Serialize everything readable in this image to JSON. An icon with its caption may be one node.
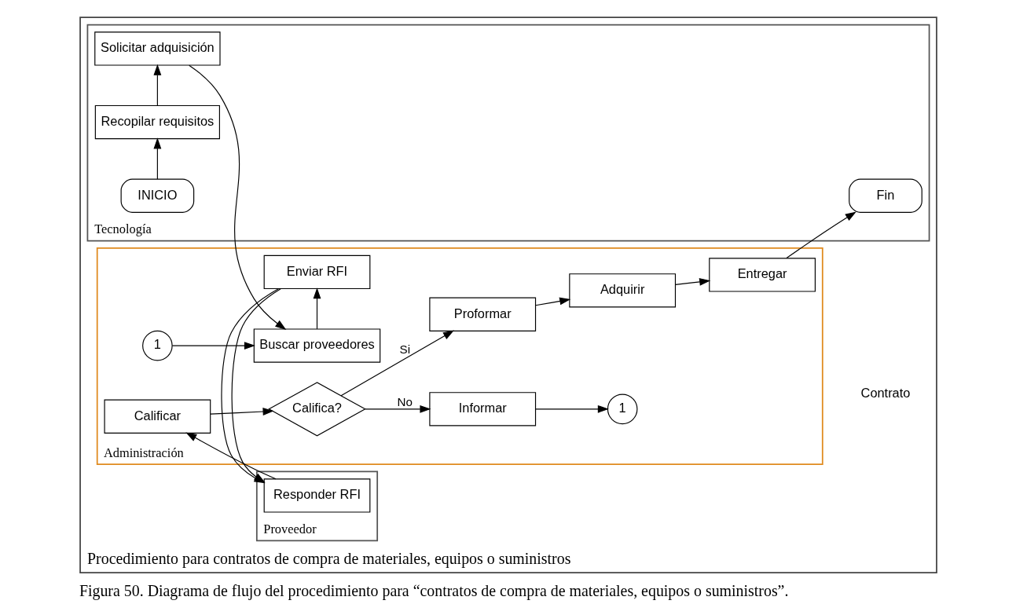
{
  "diagram": {
    "caption": "Figura 50. Diagrama de flujo del procedimiento para “contratos de compra de materiales, equipos o suministros”.",
    "nodes": [
      {
        "text": [
          "Procedimiento para contratos de compra de materiales, equipos o suministros"
        ]
      },
      {
        "text": [
          "Tecnología"
        ],
        "in": 0
      },
      {
        "text": [
          "INICIO"
        ],
        "in": 1
      },
      {
        "text": [
          "Recopilar requisitos"
        ],
        "in": 1
      },
      {
        "text": [
          "Solicitar adquisición"
        ],
        "in": 1
      },
      {
        "text": [
          "Fin"
        ],
        "in": 1
      },
      {
        "text": [
          "Administración"
        ],
        "in": 0
      },
      {
        "text": [
          "Buscar proveedores"
        ],
        "in": 6
      },
      {
        "text": [
          "1"
        ],
        "in": 6
      },
      {
        "text": [
          "Enviar RFI"
        ],
        "in": 6
      },
      {
        "text": [
          "Califica?"
        ],
        "in": 6
      },
      {
        "text": [
          "Informar"
        ],
        "in": 6
      },
      {
        "text": [
          "1"
        ],
        "in": 6
      },
      {
        "text": [
          "Calificar"
        ],
        "in": 6
      },
      {
        "text": [
          "Proformar"
        ],
        "in": 6
      },
      {
        "text": [
          "Adquirir"
        ],
        "in": 6
      },
      {
        "text": [
          "Entregar"
        ],
        "in": 6
      },
      {
        "text": [
          "Proveedor"
        ],
        "in": 0
      },
      {
        "text": [
          "Responder RFI"
        ],
        "in": 17
      }
    ],
    "edges": [
      {
        "from": 2,
        "to": 3,
        "arrow": "to"
      },
      {
        "from": 3,
        "to": 4,
        "arrow": "to"
      },
      {
        "from": 4,
        "to": 7,
        "arrow": "to"
      },
      {
        "from": 8,
        "to": 7,
        "arrow": "to"
      },
      {
        "from": 7,
        "to": 9,
        "arrow": "to"
      },
      {
        "from": 9,
        "to": 18,
        "arrow": "to"
      },
      {
        "from": 18,
        "to": 13,
        "arrow": "to"
      },
      {
        "from": 13,
        "to": 10,
        "arrow": "to"
      },
      {
        "from": 10,
        "to": 11,
        "label": "No",
        "arrow": "to"
      },
      {
        "from": 11,
        "to": 12,
        "arrow": "to"
      },
      {
        "from": 10,
        "to": 14,
        "label": "Si",
        "arrow": "to"
      },
      {
        "from": 14,
        "to": 15,
        "arrow": "to"
      },
      {
        "from": 15,
        "to": 16,
        "arrow": "to"
      },
      {
        "from": 16,
        "to": 5,
        "arrow": "to"
      }
    ],
    "labels": [
      "Contrato"
    ]
  }
}
